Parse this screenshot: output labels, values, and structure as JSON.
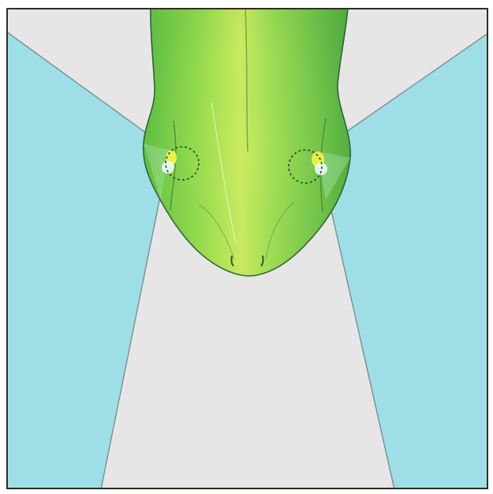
{
  "diagram": {
    "colors": {
      "background": "#e6e6e6",
      "visual_field": "#9edfe7",
      "field_lines": "#7b8f93",
      "frame_border": "#2f2f1f",
      "snake_light": "#d7ef59",
      "snake_mid": "#90d84f",
      "snake_dark": "#4caa3f",
      "snake_outline": "#2f5d2f",
      "eye_yellow": "#f0f04a",
      "eye_white": "#eef8f7",
      "dashed_circle": "#234b2b"
    },
    "elements": {
      "snake_head": "green-snake-head",
      "left_eye": "left-eye-region",
      "right_eye": "right-eye-region",
      "left_field": "left-visual-field",
      "right_field": "right-visual-field",
      "binocular_field": "binocular-visual-field"
    }
  }
}
